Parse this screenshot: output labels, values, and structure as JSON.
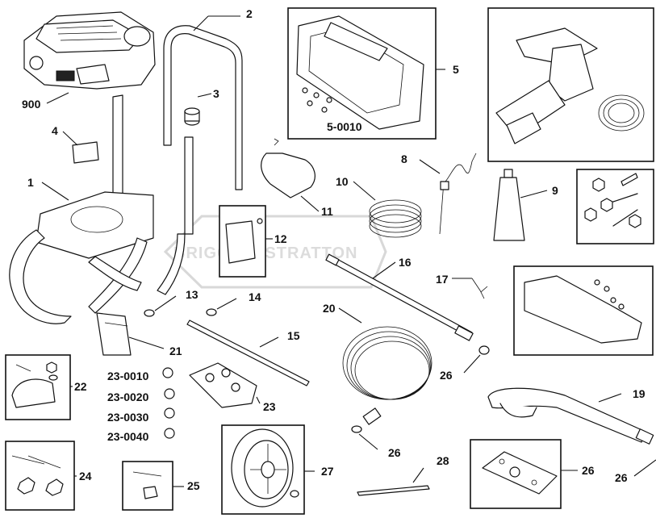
{
  "watermark": "BRIGGS & STRATTON",
  "callouts": {
    "c900": "900",
    "c1": "1",
    "c2": "2",
    "c3": "3",
    "c4": "4",
    "c5": "5",
    "c5_0010": "5-0010",
    "c8": "8",
    "c9": "9",
    "c10": "10",
    "c11": "11",
    "c12": "12",
    "c13": "13",
    "c14": "14",
    "c15": "15",
    "c16": "16",
    "c17": "17",
    "c19": "19",
    "c20": "20",
    "c21": "21",
    "c22": "22",
    "c23": "23",
    "c23_0010": "23-0010",
    "c23_0020": "23-0020",
    "c23_0030": "23-0030",
    "c23_0040": "23-0040",
    "c24": "24",
    "c25": "25",
    "c26_a": "26",
    "c26_b": "26",
    "c26_c": "26",
    "c26_d": "26",
    "c27": "27",
    "c28": "28"
  }
}
